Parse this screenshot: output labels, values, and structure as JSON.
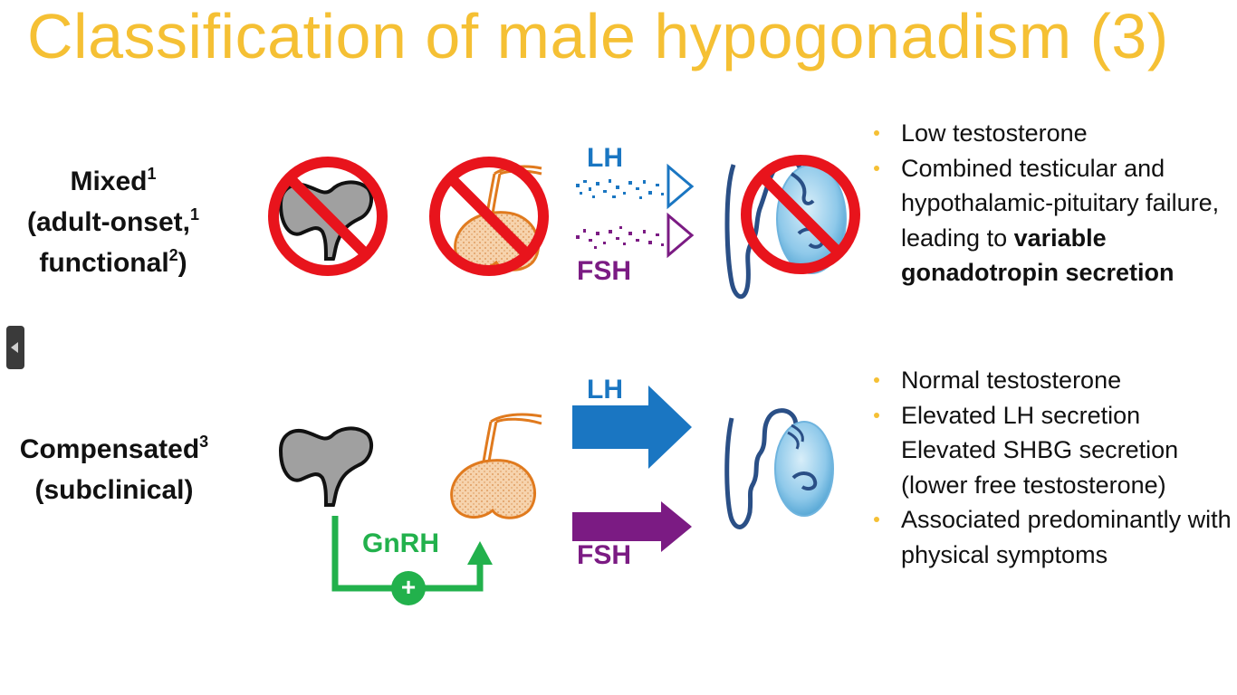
{
  "slide": {
    "title": "Classification of male hypogonadism (3)"
  },
  "rows": {
    "mixed": {
      "line1": "Mixed",
      "line1_sup": "1",
      "line2": "(adult-onset,",
      "line2_sup": "1",
      "line3": "functional",
      "line3_sup": "2",
      "line3_end": ")"
    },
    "compensated": {
      "line1": "Compensated",
      "line1_sup": "3",
      "line2": "(subclinical)"
    }
  },
  "hormones": {
    "lh": "LH",
    "fsh": "FSH",
    "gnrh": "GnRH",
    "plus": "+"
  },
  "bullets_mixed": [
    {
      "text": "Low testosterone"
    },
    {
      "text": "Combined testicular and hypothalamic-pituitary failure, leading to ",
      "bold": "variable gonadotropin secretion"
    }
  ],
  "bullets_compensated": [
    {
      "text": "Normal testosterone"
    },
    {
      "text": "Elevated LH secretion"
    },
    {
      "text": "Elevated SHBG secretion (lower free testosterone)"
    },
    {
      "text": "Associated predominantly with physical symptoms"
    }
  ],
  "colors": {
    "title": "#f5c034",
    "lh": "#1a76c2",
    "fsh": "#7b1b83",
    "gnrh": "#22b14c",
    "no_sign": "#e8141c",
    "pituitary": "#f3c99b",
    "pituitary_stroke": "#e07a1e",
    "hypothalamus": "#a0a0a0",
    "testis": "#8fc9ea"
  },
  "icons": [
    "hypothalamus-icon",
    "pituitary-icon",
    "testis-icon",
    "prohibited-icon",
    "left-arrow-icon"
  ]
}
